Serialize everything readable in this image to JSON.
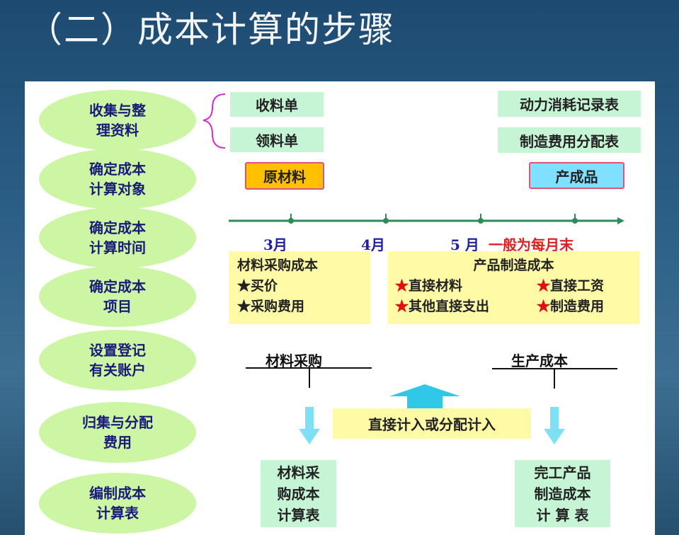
{
  "title": "（二）成本计算的步骤",
  "steps": [
    "收集与整\n理资料",
    "确定成本\n计算对象",
    "确定成本\n计算时间",
    "确定成本\n项目",
    "设置登记\n有关账户",
    "归集与分配\n费用",
    "编制成本\n计算表"
  ],
  "docs": {
    "receive": "收料单",
    "requisition": "领料单",
    "power": "动力消耗记录表",
    "overhead": "制造费用分配表"
  },
  "objects": {
    "raw": "原材料",
    "finished": "产成品"
  },
  "timeline": {
    "m3": "3月",
    "m4": "4月",
    "m5": "5 月",
    "note": "一般为每月末"
  },
  "items": {
    "purchase_title": "材料采购成本",
    "purchase": [
      "★买价",
      "★采购费用"
    ],
    "mfg_title": "产品制造成本",
    "mfg": [
      "直接材料",
      "直接工资",
      "其他直接支出",
      "制造费用"
    ],
    "star": "★"
  },
  "accounts": {
    "purchase": "材料采购",
    "production": "生产成本"
  },
  "allocation": "直接计入或分配计入",
  "tables": {
    "purchase": "材料采\n购成本\n计算表",
    "finished": "完工产品\n制造成本\n计 算 表"
  }
}
